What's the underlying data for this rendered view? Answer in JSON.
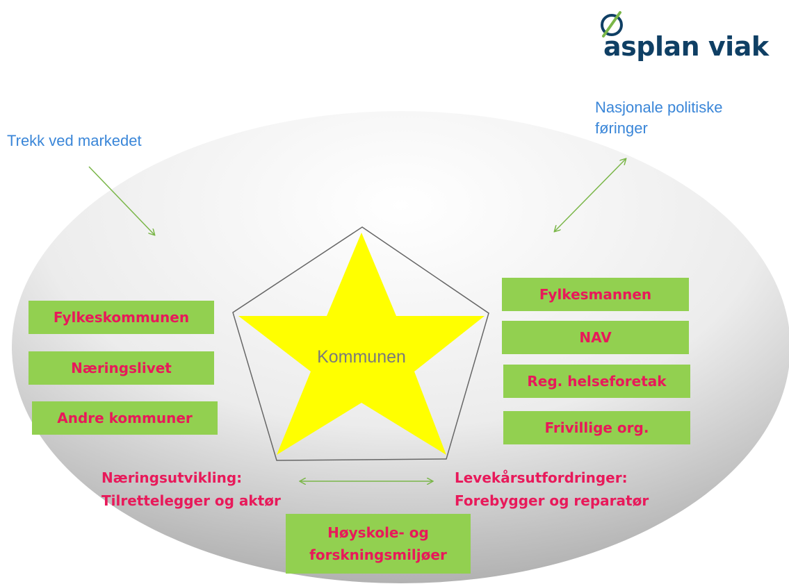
{
  "logo": {
    "text": "asplan viak"
  },
  "labels": {
    "market": "Trekk ved markedet",
    "national_line1": "Nasjonale politiske",
    "national_line2": "føringer",
    "center": "Kommunen"
  },
  "left_boxes": [
    "Fylkeskommunen",
    "Næringslivet",
    "Andre kommuner"
  ],
  "right_boxes": [
    "Fylkesmannen",
    "NAV",
    "Reg. helseforetak",
    "Frivillige  org."
  ],
  "bottom_left": {
    "line1": "Næringsutvikling:",
    "line2": "Tilrettelegger og aktør"
  },
  "bottom_right": {
    "line1": "Levekårsutfordringer:",
    "line2": "Forebygger og reparatør"
  },
  "bottom_box": {
    "line1": "Høyskole- og",
    "line2": "forskningsmiljøer"
  },
  "colors": {
    "box_fill": "#92d050",
    "box_text": "#e8195a",
    "star": "#ffff00",
    "arrow": "#7ab648",
    "label_blue": "#3a86d8",
    "logo": "#0f3f64"
  }
}
